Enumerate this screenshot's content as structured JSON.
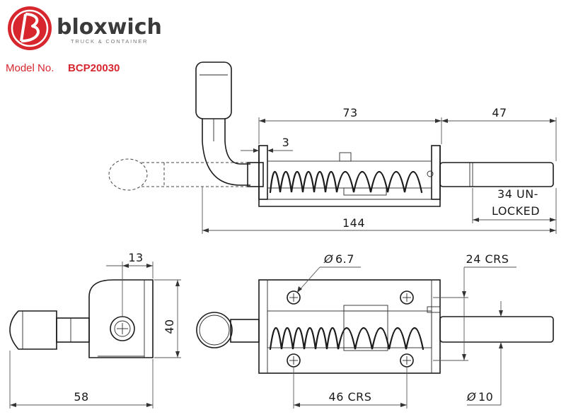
{
  "brand": {
    "name": "bloxwich",
    "tagline": "TRUCK & CONTAINER",
    "logo_color": "#d7262e",
    "text_color": "#3a3a3a"
  },
  "model": {
    "label": "Model No.",
    "number": "BCP20030",
    "color": "#d7262e"
  },
  "dimensions": {
    "side_view": {
      "body_length": "73",
      "extension": "47",
      "offset": "3",
      "travel_line1": "34 UN-",
      "travel_line2": "LOCKED",
      "overall_length": "144"
    },
    "end_view": {
      "hole_offset": "13",
      "height": "40",
      "depth": "58"
    },
    "top_view": {
      "hole_diameter": "6.7",
      "vertical_crs": "24 CRS",
      "horizontal_crs": "46 CRS",
      "pin_diameter": "10"
    },
    "diameter_symbol": "Ø"
  }
}
